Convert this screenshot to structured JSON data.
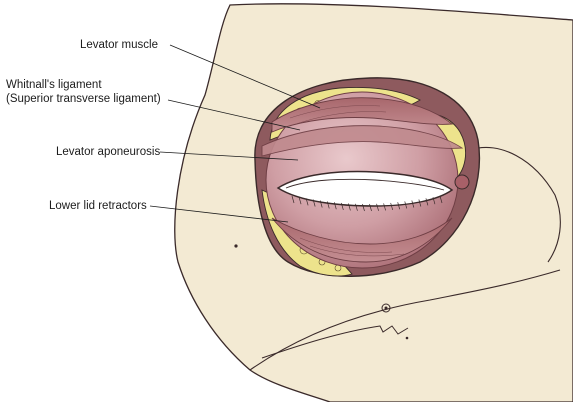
{
  "labels": {
    "levator_muscle": "Levator muscle",
    "whitnall_line1": "Whitnall's ligament",
    "whitnall_line2": "(Superior transverse ligament)",
    "levator_aponeurosis": "Levator aponeurosis",
    "lower_lid_retractors": "Lower lid retractors"
  },
  "colors": {
    "skin": "#f3ead3",
    "fat": "#ede38c",
    "globe": "#c9979e",
    "muscle": "#b57b7e",
    "outline": "#3a2a2a"
  }
}
